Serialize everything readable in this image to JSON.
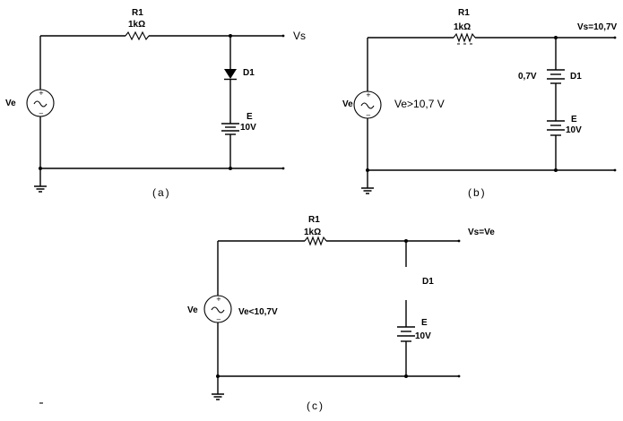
{
  "circuit_a": {
    "resistor_name": "R1",
    "resistor_value": "1kΩ",
    "output_label": "Vs",
    "source_label": "Ve",
    "diode_label": "D1",
    "battery_name": "E",
    "battery_value": "10V",
    "caption": "(a)"
  },
  "circuit_b": {
    "resistor_name": "R1",
    "resistor_value": "1kΩ",
    "output_label": "Vs=10,7V",
    "source_label": "Ve",
    "condition": "Ve>10,7 V",
    "diode_drop": "0,7V",
    "diode_label": "D1",
    "battery_name": "E",
    "battery_value": "10V",
    "caption": "(b)"
  },
  "circuit_c": {
    "resistor_name": "R1",
    "resistor_value": "1kΩ",
    "output_label": "Vs=Ve",
    "source_label": "Ve",
    "condition": "Ve<10,7V",
    "diode_label": "D1",
    "battery_name": "E",
    "battery_value": "10V",
    "caption": "(c)"
  },
  "symbols": {
    "plus": "+",
    "minus": "−"
  }
}
